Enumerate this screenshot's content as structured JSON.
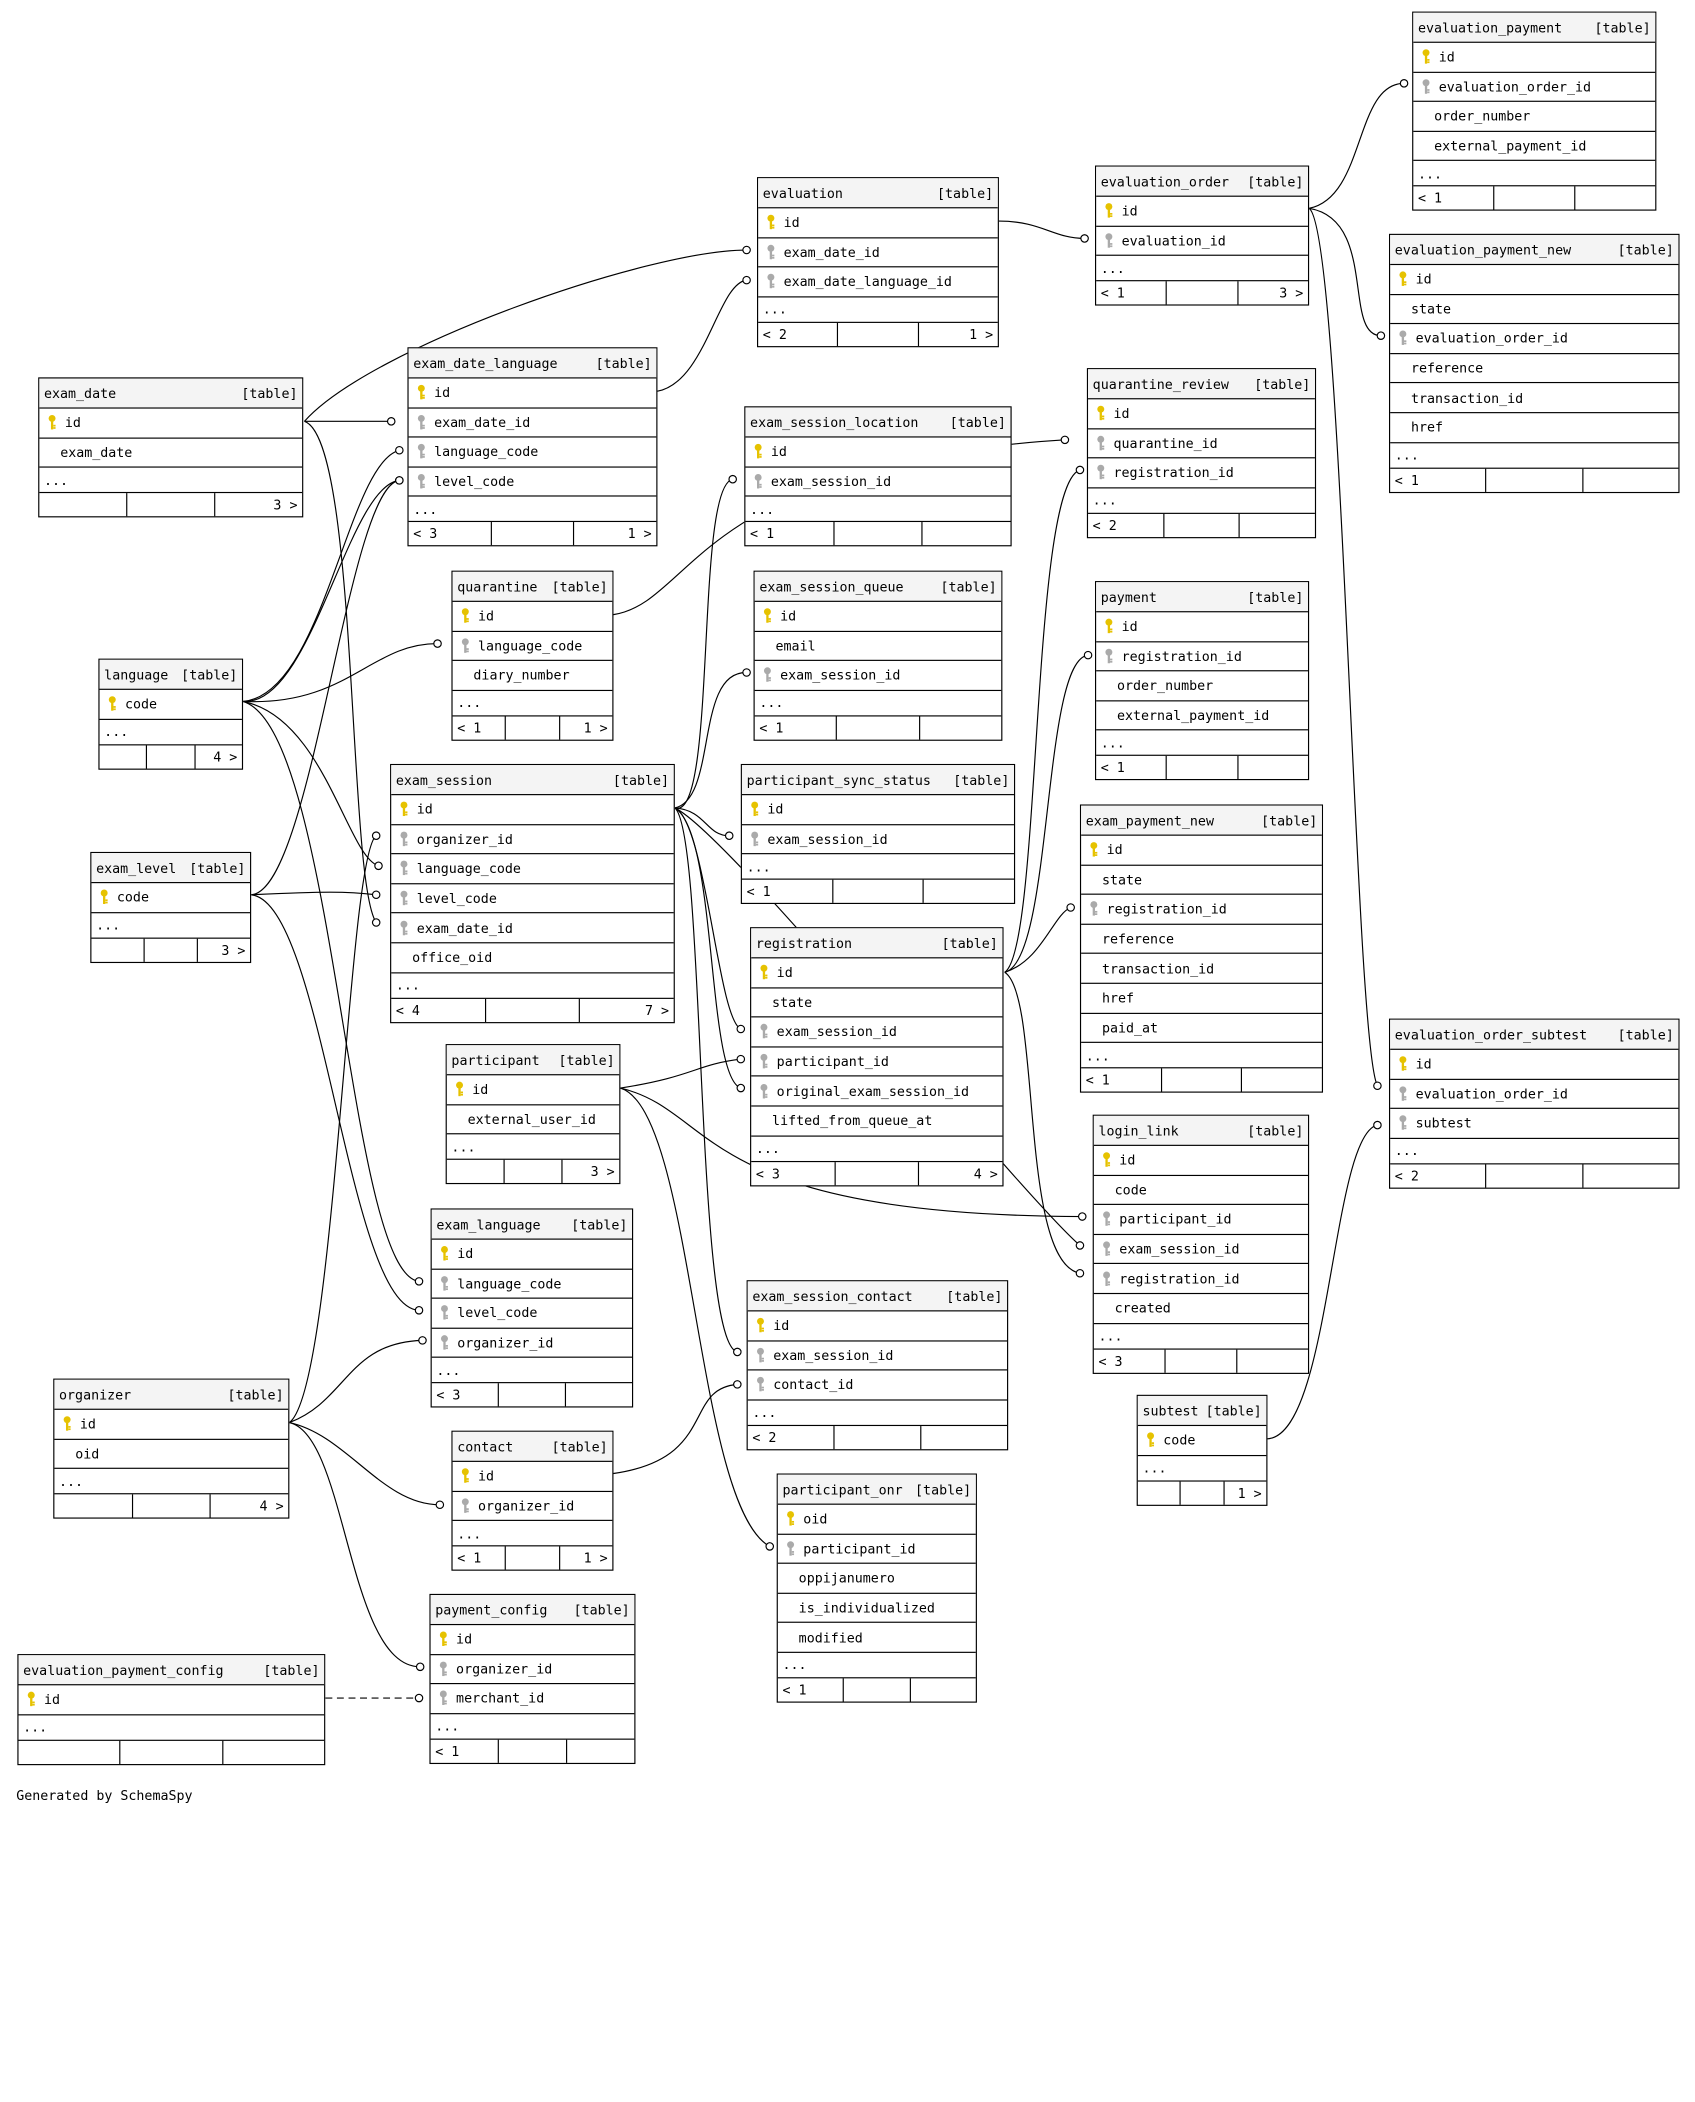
{
  "credit": "Generated by SchemaSpy",
  "table_tag": "[table]",
  "more": "...",
  "colors": {
    "pk_key": "#e6c200",
    "fk_key": "#aaaaaa",
    "line": "#000000",
    "header_bg": "#f4f4f4"
  },
  "tables": [
    {
      "name": "exam_date",
      "cols": [
        [
          "pk",
          "id"
        ],
        [
          "",
          "exam_date"
        ]
      ],
      "foot": [
        "",
        "",
        "3 >"
      ]
    },
    {
      "name": "exam_date_language",
      "cols": [
        [
          "pk",
          "id"
        ],
        [
          "fk",
          "exam_date_id"
        ],
        [
          "fk",
          "language_code"
        ],
        [
          "fk",
          "level_code"
        ]
      ],
      "foot": [
        "< 3",
        "",
        "1 >"
      ]
    },
    {
      "name": "evaluation",
      "cols": [
        [
          "pk",
          "id"
        ],
        [
          "fk",
          "exam_date_id"
        ],
        [
          "fk",
          "exam_date_language_id"
        ]
      ],
      "foot": [
        "< 2",
        "",
        "1 >"
      ]
    },
    {
      "name": "evaluation_order",
      "cols": [
        [
          "pk",
          "id"
        ],
        [
          "fk",
          "evaluation_id"
        ]
      ],
      "foot": [
        "< 1",
        "",
        "3 >"
      ]
    },
    {
      "name": "evaluation_payment",
      "cols": [
        [
          "pk",
          "id"
        ],
        [
          "fk",
          "evaluation_order_id"
        ],
        [
          "",
          "order_number"
        ],
        [
          "",
          "external_payment_id"
        ]
      ],
      "foot": [
        "< 1",
        "",
        ""
      ]
    },
    {
      "name": "evaluation_payment_new",
      "cols": [
        [
          "pk",
          "id"
        ],
        [
          "",
          "state"
        ],
        [
          "fk",
          "evaluation_order_id"
        ],
        [
          "",
          "reference"
        ],
        [
          "",
          "transaction_id"
        ],
        [
          "",
          "href"
        ]
      ],
      "foot": [
        "< 1",
        "",
        ""
      ]
    },
    {
      "name": "quarantine_review",
      "cols": [
        [
          "pk",
          "id"
        ],
        [
          "fk",
          "quarantine_id"
        ],
        [
          "fk",
          "registration_id"
        ]
      ],
      "foot": [
        "< 2",
        "",
        ""
      ]
    },
    {
      "name": "exam_session_location",
      "cols": [
        [
          "pk",
          "id"
        ],
        [
          "fk",
          "exam_session_id"
        ]
      ],
      "foot": [
        "< 1",
        "",
        ""
      ]
    },
    {
      "name": "quarantine",
      "cols": [
        [
          "pk",
          "id"
        ],
        [
          "fk",
          "language_code"
        ],
        [
          "",
          "diary_number"
        ]
      ],
      "foot": [
        "< 1",
        "",
        "1 >"
      ]
    },
    {
      "name": "exam_session_queue",
      "cols": [
        [
          "pk",
          "id"
        ],
        [
          "",
          "email"
        ],
        [
          "fk",
          "exam_session_id"
        ]
      ],
      "foot": [
        "< 1",
        "",
        ""
      ]
    },
    {
      "name": "payment",
      "cols": [
        [
          "pk",
          "id"
        ],
        [
          "fk",
          "registration_id"
        ],
        [
          "",
          "order_number"
        ],
        [
          "",
          "external_payment_id"
        ]
      ],
      "foot": [
        "< 1",
        "",
        ""
      ]
    },
    {
      "name": "language",
      "cols": [
        [
          "pk",
          "code"
        ]
      ],
      "foot": [
        "",
        "",
        "4 >"
      ]
    },
    {
      "name": "exam_session",
      "cols": [
        [
          "pk",
          "id"
        ],
        [
          "fk",
          "organizer_id"
        ],
        [
          "fk",
          "language_code"
        ],
        [
          "fk",
          "level_code"
        ],
        [
          "fk",
          "exam_date_id"
        ],
        [
          "",
          "office_oid"
        ]
      ],
      "foot": [
        "< 4",
        "",
        "7 >"
      ]
    },
    {
      "name": "participant_sync_status",
      "cols": [
        [
          "pk",
          "id"
        ],
        [
          "fk",
          "exam_session_id"
        ]
      ],
      "foot": [
        "< 1",
        "",
        ""
      ]
    },
    {
      "name": "exam_payment_new",
      "cols": [
        [
          "pk",
          "id"
        ],
        [
          "",
          "state"
        ],
        [
          "fk",
          "registration_id"
        ],
        [
          "",
          "reference"
        ],
        [
          "",
          "transaction_id"
        ],
        [
          "",
          "href"
        ],
        [
          "",
          "paid_at"
        ]
      ],
      "foot": [
        "< 1",
        "",
        ""
      ]
    },
    {
      "name": "exam_level",
      "cols": [
        [
          "pk",
          "code"
        ]
      ],
      "foot": [
        "",
        "",
        "3 >"
      ]
    },
    {
      "name": "registration",
      "cols": [
        [
          "pk",
          "id"
        ],
        [
          "",
          "state"
        ],
        [
          "fk",
          "exam_session_id"
        ],
        [
          "fk",
          "participant_id"
        ],
        [
          "fk",
          "original_exam_session_id"
        ],
        [
          "",
          "lifted_from_queue_at"
        ]
      ],
      "foot": [
        "< 3",
        "",
        "4 >"
      ]
    },
    {
      "name": "participant",
      "cols": [
        [
          "pk",
          "id"
        ],
        [
          "",
          "external_user_id"
        ]
      ],
      "foot": [
        "",
        "",
        "3 >"
      ]
    },
    {
      "name": "evaluation_order_subtest",
      "cols": [
        [
          "pk",
          "id"
        ],
        [
          "fk",
          "evaluation_order_id"
        ],
        [
          "fk",
          "subtest"
        ]
      ],
      "foot": [
        "< 2",
        "",
        ""
      ]
    },
    {
      "name": "login_link",
      "cols": [
        [
          "pk",
          "id"
        ],
        [
          "",
          "code"
        ],
        [
          "fk",
          "participant_id"
        ],
        [
          "fk",
          "exam_session_id"
        ],
        [
          "fk",
          "registration_id"
        ],
        [
          "",
          "created"
        ]
      ],
      "foot": [
        "< 3",
        "",
        ""
      ]
    },
    {
      "name": "exam_language",
      "cols": [
        [
          "pk",
          "id"
        ],
        [
          "fk",
          "language_code"
        ],
        [
          "fk",
          "level_code"
        ],
        [
          "fk",
          "organizer_id"
        ]
      ],
      "foot": [
        "< 3",
        "",
        ""
      ]
    },
    {
      "name": "exam_session_contact",
      "cols": [
        [
          "pk",
          "id"
        ],
        [
          "fk",
          "exam_session_id"
        ],
        [
          "fk",
          "contact_id"
        ]
      ],
      "foot": [
        "< 2",
        "",
        ""
      ]
    },
    {
      "name": "organizer",
      "cols": [
        [
          "pk",
          "id"
        ],
        [
          "",
          "oid"
        ]
      ],
      "foot": [
        "",
        "",
        "4 >"
      ]
    },
    {
      "name": "contact",
      "cols": [
        [
          "pk",
          "id"
        ],
        [
          "fk",
          "organizer_id"
        ]
      ],
      "foot": [
        "< 1",
        "",
        "1 >"
      ]
    },
    {
      "name": "subtest",
      "cols": [
        [
          "pk",
          "code"
        ]
      ],
      "foot": [
        "",
        "",
        "1 >"
      ]
    },
    {
      "name": "participant_onr",
      "cols": [
        [
          "pk",
          "oid"
        ],
        [
          "fk",
          "participant_id"
        ],
        [
          "",
          "oppijanumero"
        ],
        [
          "",
          "is_individualized"
        ],
        [
          "",
          "modified"
        ]
      ],
      "foot": [
        "< 1",
        "",
        ""
      ]
    },
    {
      "name": "payment_config",
      "cols": [
        [
          "pk",
          "id"
        ],
        [
          "fk",
          "organizer_id"
        ],
        [
          "fk",
          "merchant_id"
        ]
      ],
      "foot": [
        "< 1",
        "",
        ""
      ]
    },
    {
      "name": "evaluation_payment_config",
      "cols": [
        [
          "pk",
          "id"
        ]
      ],
      "foot": [
        "",
        "",
        ""
      ]
    }
  ]
}
